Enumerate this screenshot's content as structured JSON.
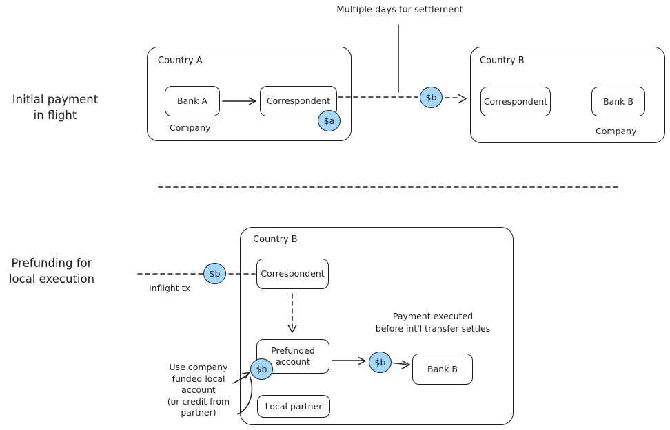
{
  "colors": {
    "stroke": "#1e1e1e",
    "badge_fill": "#a5d8ff",
    "background": "#ffffff"
  },
  "sections": {
    "top": {
      "label": "Initial payment\nin flight",
      "settlement_note": "Multiple days for settlement",
      "country_a": {
        "title": "Country A",
        "bank": "Bank A",
        "correspondent": "Correspondent",
        "company": "Company"
      },
      "badge_a": "$a",
      "badge_transfer": "$b",
      "country_b": {
        "title": "Country B",
        "correspondent": "Correspondent",
        "bank": "Bank B",
        "company": "Company"
      }
    },
    "bottom": {
      "label": "Prefunding for\nlocal execution",
      "inflight_label": "Inflight tx",
      "badge_inflight": "$b",
      "country_b": {
        "title": "Country B",
        "correspondent": "Correspondent",
        "prefunded": "Prefunded\naccount",
        "local_partner": "Local partner",
        "bank": "Bank B"
      },
      "badge_prefunded": "$b",
      "badge_transfer": "$b",
      "payment_note": "Payment executed\nbefore int'l transfer settles",
      "funding_note": "Use company\nfunded local\naccount\n(or credit from\npartner)"
    }
  }
}
